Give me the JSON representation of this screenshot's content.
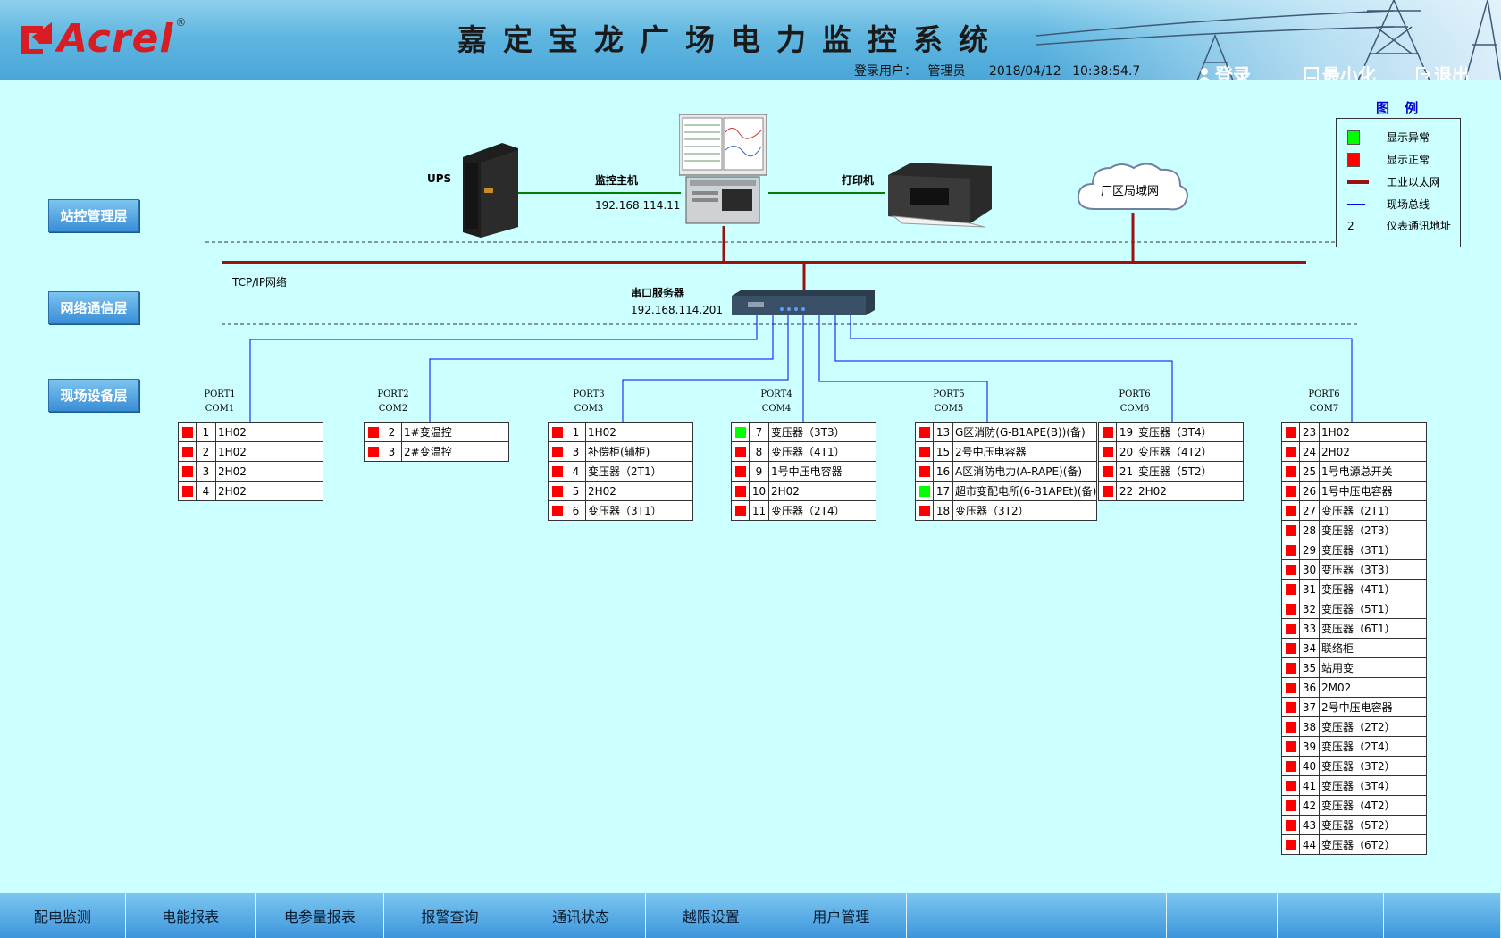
{
  "header": {
    "logo": "Acrel",
    "logo_reg": "®",
    "title": "嘉定宝龙广场电力监控系统",
    "login_label": "登录用户：",
    "login_user": "管理员",
    "date": "2018/04/12",
    "time": "10:38:54.7",
    "login_btn": "登录",
    "minimize_btn": "最小化",
    "exit_btn": "退出"
  },
  "layers": [
    "站控管理层",
    "网络通信层",
    "现场设备层"
  ],
  "devices": {
    "ups": "UPS",
    "host": "监控主机",
    "host_ip": "192.168.114.11",
    "printer": "打印机",
    "cloud": "厂区局域网",
    "tcpip": "TCP/IP网络",
    "serial": "串口服务器",
    "serial_ip": "192.168.114.201"
  },
  "legend": {
    "title": "图 例",
    "items": [
      {
        "label": "显示异常",
        "color": "#00ff00"
      },
      {
        "label": "显示正常",
        "color": "#ff0000"
      },
      {
        "label": "工业以太网",
        "color": "#9b1010"
      },
      {
        "label": "现场总线",
        "color": "#0000ff"
      },
      {
        "symbol": "2",
        "label": "仪表通讯地址"
      }
    ]
  },
  "ports": [
    {
      "port": "PORT1",
      "com": "COM1",
      "rows": [
        {
          "s": "red",
          "n": "1",
          "name": "1H02"
        },
        {
          "s": "red",
          "n": "2",
          "name": "1H02"
        },
        {
          "s": "red",
          "n": "3",
          "name": "2H02"
        },
        {
          "s": "red",
          "n": "4",
          "name": "2H02"
        }
      ]
    },
    {
      "port": "PORT2",
      "com": "COM2",
      "rows": [
        {
          "s": "red",
          "n": "2",
          "name": "1#变温控"
        },
        {
          "s": "red",
          "n": "3",
          "name": "2#变温控"
        }
      ]
    },
    {
      "port": "PORT3",
      "com": "COM3",
      "rows": [
        {
          "s": "red",
          "n": "1",
          "name": "1H02"
        },
        {
          "s": "red",
          "n": "3",
          "name": "补偿柜(辅柜)"
        },
        {
          "s": "red",
          "n": "4",
          "name": "变压器（2T1）"
        },
        {
          "s": "red",
          "n": "5",
          "name": "2H02"
        },
        {
          "s": "red",
          "n": "6",
          "name": "变压器（3T1）"
        }
      ]
    },
    {
      "port": "PORT4",
      "com": "COM4",
      "rows": [
        {
          "s": "green",
          "n": "7",
          "name": "变压器（3T3）"
        },
        {
          "s": "red",
          "n": "8",
          "name": "变压器（4T1）"
        },
        {
          "s": "red",
          "n": "9",
          "name": "1号中压电容器"
        },
        {
          "s": "red",
          "n": "10",
          "name": "2H02"
        },
        {
          "s": "red",
          "n": "11",
          "name": "变压器（2T4）"
        }
      ]
    },
    {
      "port": "PORT5",
      "com": "COM5",
      "rows": [
        {
          "s": "red",
          "n": "13",
          "name": "G区消防(G-B1APE(B))(备)"
        },
        {
          "s": "red",
          "n": "15",
          "name": "2号中压电容器"
        },
        {
          "s": "red",
          "n": "16",
          "name": "A区消防电力(A-RAPE)(备)"
        },
        {
          "s": "green",
          "n": "17",
          "name": "超市变配电所(6-B1APEt)(备)"
        },
        {
          "s": "red",
          "n": "18",
          "name": "变压器（3T2）"
        }
      ]
    },
    {
      "port": "PORT6",
      "com": "COM6",
      "rows": [
        {
          "s": "red",
          "n": "19",
          "name": "变压器（3T4）"
        },
        {
          "s": "red",
          "n": "20",
          "name": "变压器（4T2）"
        },
        {
          "s": "red",
          "n": "21",
          "name": "变压器（5T2）"
        },
        {
          "s": "red",
          "n": "22",
          "name": "2H02"
        }
      ]
    },
    {
      "port": "PORT6",
      "com": "COM7",
      "rows": [
        {
          "s": "red",
          "n": "23",
          "name": "1H02"
        },
        {
          "s": "red",
          "n": "24",
          "name": "2H02"
        },
        {
          "s": "red",
          "n": "25",
          "name": "1号电源总开关"
        },
        {
          "s": "red",
          "n": "26",
          "name": "1号中压电容器"
        },
        {
          "s": "red",
          "n": "27",
          "name": "变压器（2T1）"
        },
        {
          "s": "red",
          "n": "28",
          "name": "变压器（2T3）"
        },
        {
          "s": "red",
          "n": "29",
          "name": "变压器（3T1）"
        },
        {
          "s": "red",
          "n": "30",
          "name": "变压器（3T3）"
        },
        {
          "s": "red",
          "n": "31",
          "name": "变压器（4T1）"
        },
        {
          "s": "red",
          "n": "32",
          "name": "变压器（5T1）"
        },
        {
          "s": "red",
          "n": "33",
          "name": "变压器（6T1）"
        },
        {
          "s": "red",
          "n": "34",
          "name": "联络柜"
        },
        {
          "s": "red",
          "n": "35",
          "name": "站用变"
        },
        {
          "s": "red",
          "n": "36",
          "name": "2M02"
        },
        {
          "s": "red",
          "n": "37",
          "name": "2号中压电容器"
        },
        {
          "s": "red",
          "n": "38",
          "name": "变压器（2T2）"
        },
        {
          "s": "red",
          "n": "39",
          "name": "变压器（2T4）"
        },
        {
          "s": "red",
          "n": "40",
          "name": "变压器（3T2）"
        },
        {
          "s": "red",
          "n": "41",
          "name": "变压器（3T4）"
        },
        {
          "s": "red",
          "n": "42",
          "name": "变压器（4T2）"
        },
        {
          "s": "red",
          "n": "43",
          "name": "变压器（5T2）"
        },
        {
          "s": "red",
          "n": "44",
          "name": "变压器（6T2）"
        }
      ]
    }
  ],
  "footer": [
    "配电监测",
    "电能报表",
    "电参量报表",
    "报警查询",
    "通讯状态",
    "越限设置",
    "用户管理",
    "",
    "",
    "",
    "",
    ""
  ]
}
